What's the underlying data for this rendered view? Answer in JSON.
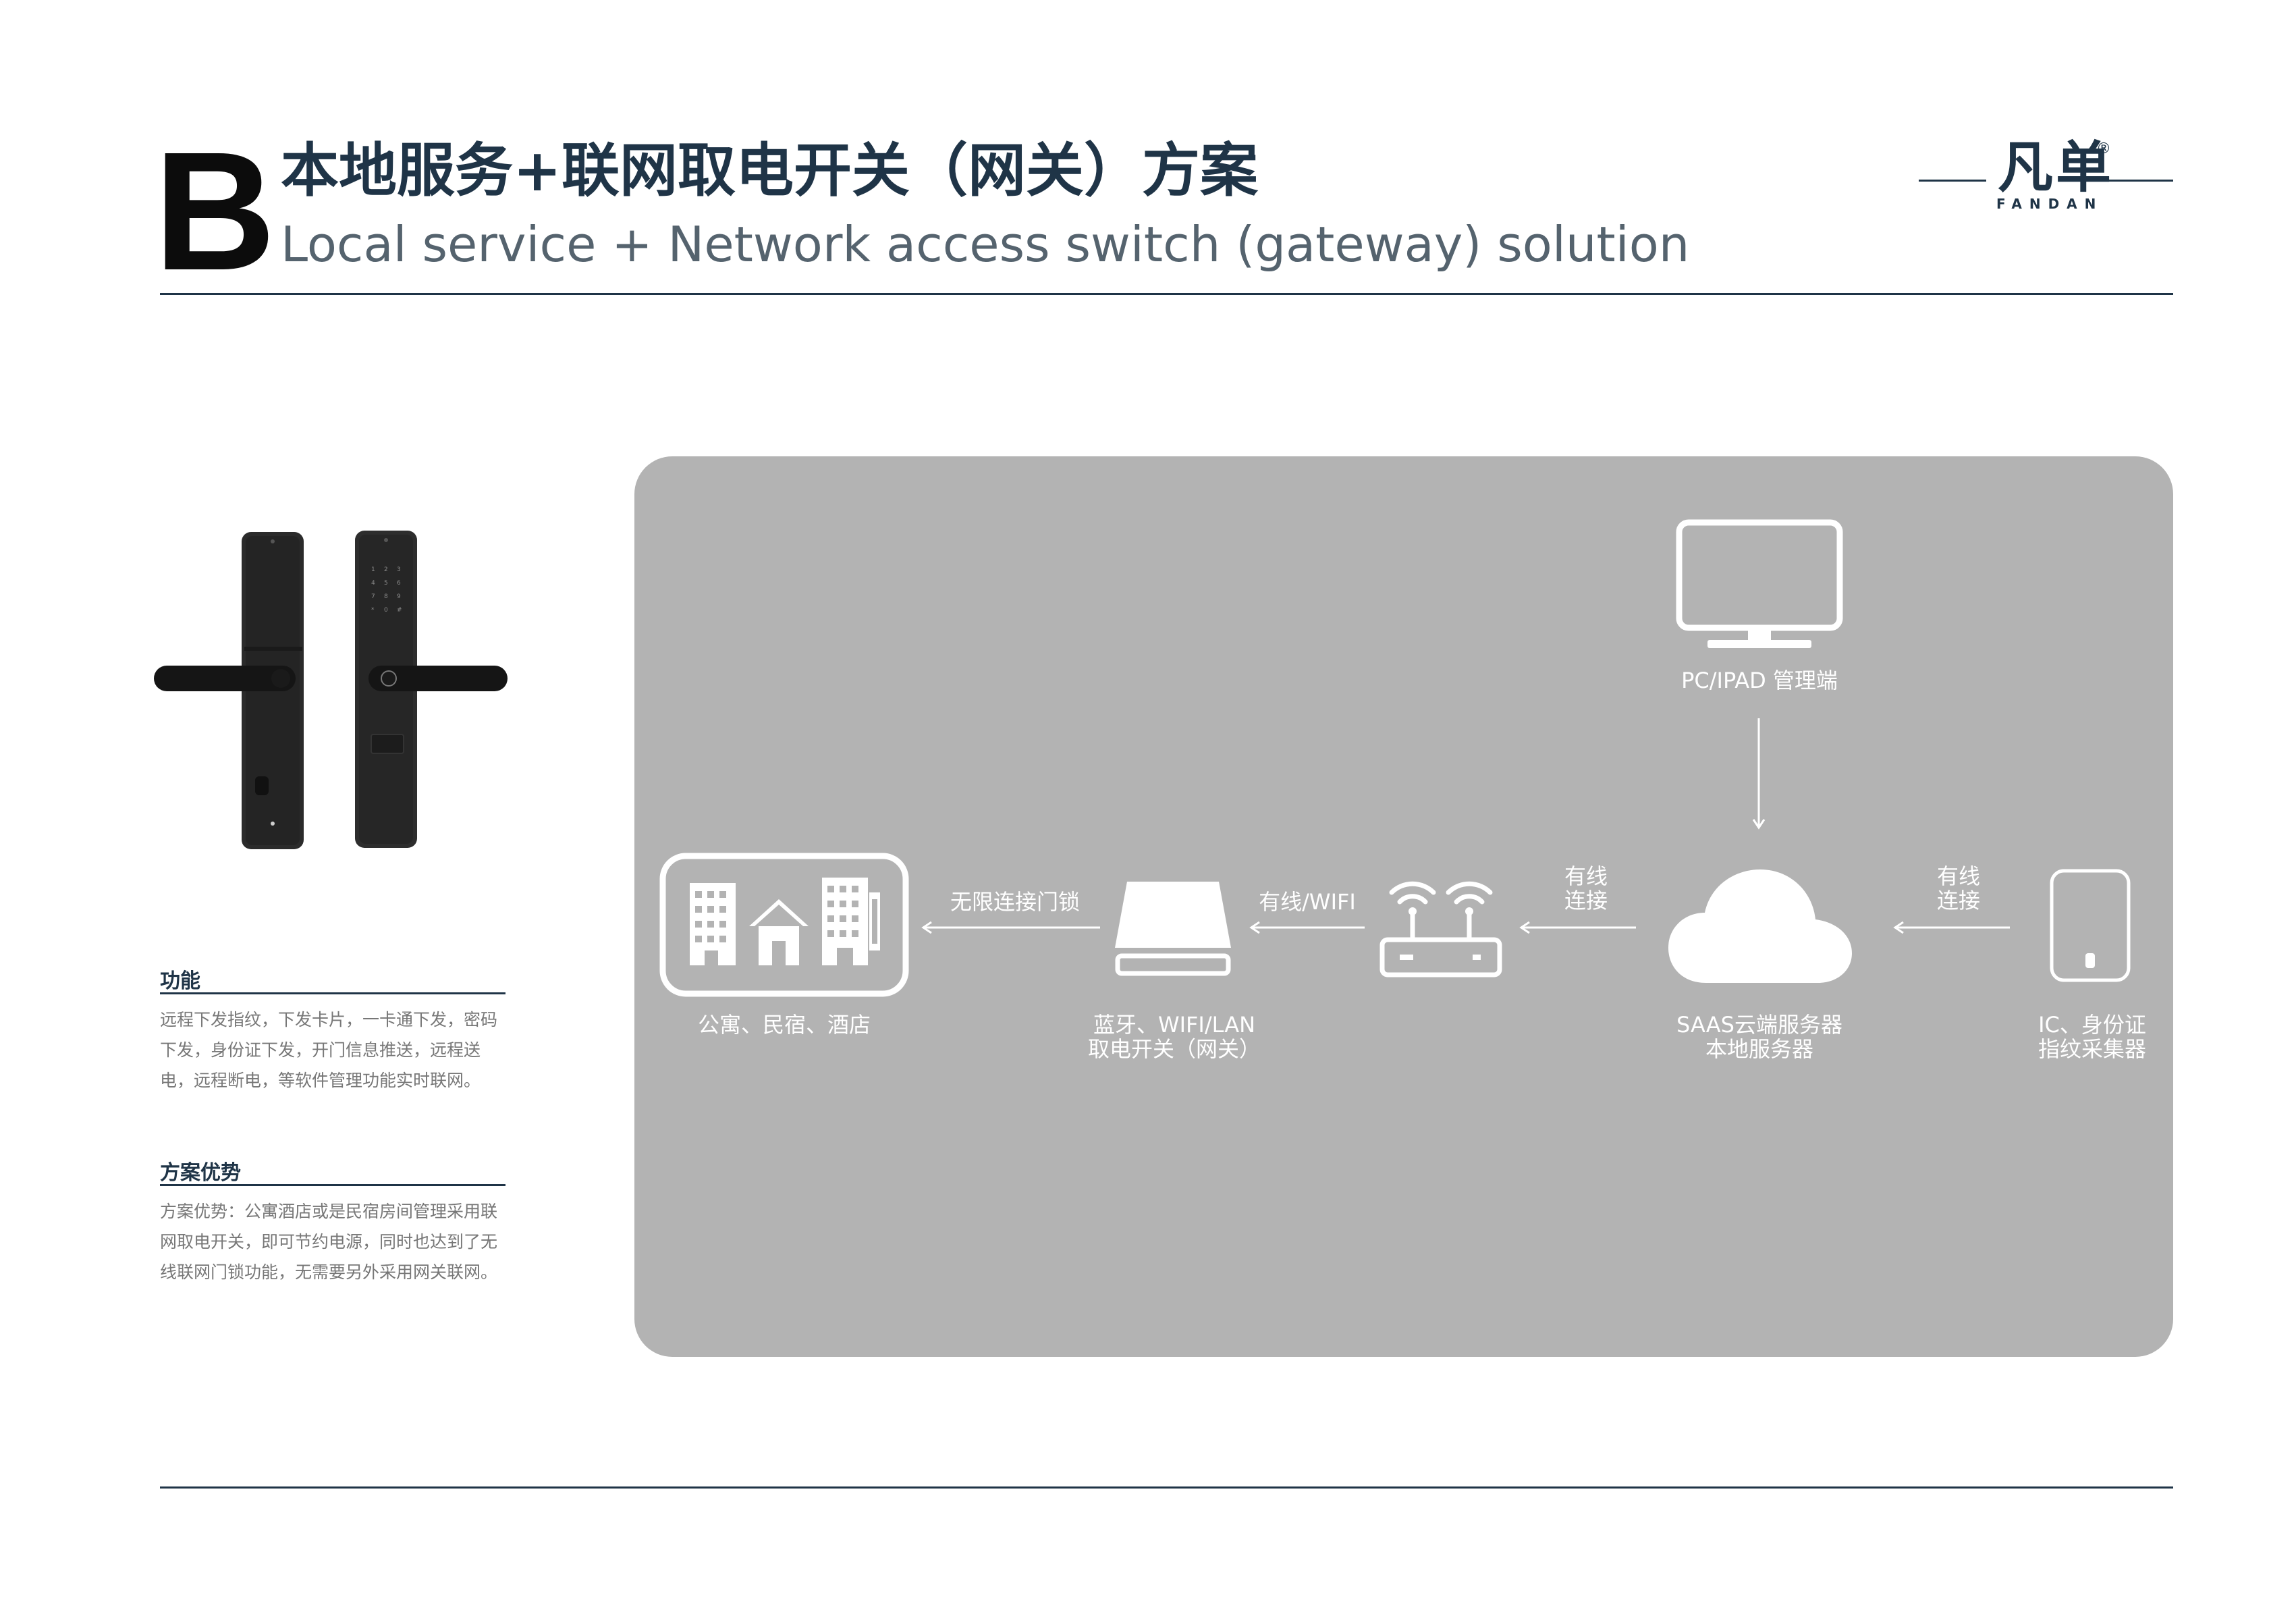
{
  "header": {
    "letter": "B",
    "title_cn": "本地服务+联网取电开关（网关）方案",
    "title_en": "Local service + Network access switch (gateway) solution"
  },
  "brand": {
    "name_cn": "凡单",
    "reg": "®",
    "name_en": "FANDAN"
  },
  "left": {
    "function_title": "功能",
    "function_text": "远程下发指纹，下发卡片，一卡通下发，密码下发，身份证下发，开门信息推送，远程送电，远程断电，等软件管理功能实时联网。",
    "advantage_title": "方案优势",
    "advantage_text": "方案优势：公寓酒店或是民宿房间管理采用联网取电开关，即可节约电源，同时也达到了无线联网门锁功能，无需要另外采用网关联网。"
  },
  "diagram": {
    "pc_label": "PC/IPAD 管理端",
    "buildings_label": "公寓、民宿、酒店",
    "wireless_label": "无限连接门锁",
    "switch_label_1": "蓝牙、WIFI/LAN",
    "switch_label_2": "取电开关（网关）",
    "wired_wifi_label": "有线/WIFI",
    "wired_conn_label_1": "有线",
    "wired_conn_label_2": "连接",
    "server_label_1": "SAAS云端服务器",
    "server_label_2": "本地服务器",
    "wired_conn2_label_1": "有线",
    "wired_conn2_label_2": "连接",
    "reader_label_1": "IC、身份证",
    "reader_label_2": "指纹采集器"
  }
}
